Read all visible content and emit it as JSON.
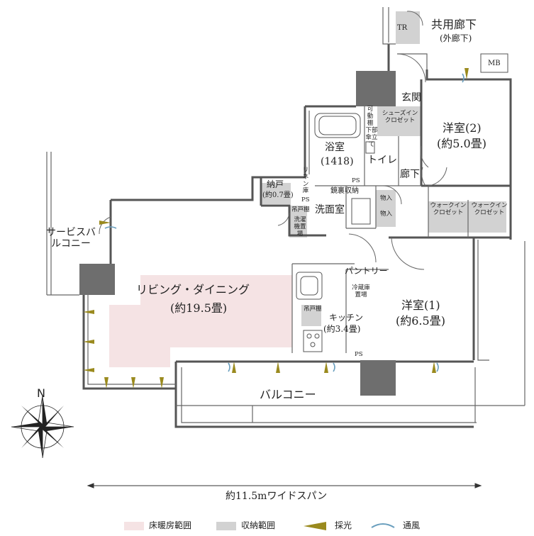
{
  "rooms": {
    "shared_corridor": "共用廊下",
    "shared_corridor_sub": "(外廊下)",
    "tr": "TR",
    "mb": "MB",
    "entrance": "玄関",
    "western_room_2": "洋室(2)",
    "western_room_2_area": "(約5.0畳)",
    "movable_shelf": "可動棚",
    "shoes_in_closet": "シューズインクロゼット",
    "umbrella_stand": "下部傘立て",
    "bathroom": "浴室",
    "bathroom_size": "(1418)",
    "toilet": "トイレ",
    "corridor": "廊下",
    "linen": "リネン庫",
    "storage_room": "納戸",
    "storage_room_area": "(約0.7畳)",
    "ps": "PS",
    "mirror_storage": "鏡裏収納",
    "washroom": "洗面室",
    "hanging_shelf": "吊戸棚",
    "washer_space": "洗濯機置場",
    "closet_storage": "物入",
    "walk_in_closet": "ウォークインクロゼット",
    "service_balcony": "サービスバルコニー",
    "living_dining": "リビング・ダイニング",
    "living_dining_area": "(約19.5畳)",
    "pantry": "パントリー",
    "fridge_space": "冷蔵庫置場",
    "kitchen": "キッチン",
    "kitchen_area": "(約3.4畳)",
    "western_room_1": "洋室(1)",
    "western_room_1_area": "(約6.5畳)",
    "balcony": "バルコニー"
  },
  "compass": {
    "north": "N"
  },
  "dimension": {
    "width_label": "約11.5mワイドスパン"
  },
  "legend": {
    "floor_heating": "床暖房範囲",
    "storage": "収納範囲",
    "daylight": "採光",
    "ventilation": "通風"
  },
  "colors": {
    "floor_heating": "#f5e3e4",
    "storage": "#d2d2d2",
    "column": "#6e6e6e",
    "daylight": "#9a8a1e",
    "ventilation": "#6a9fbe",
    "wall": "#555555"
  }
}
